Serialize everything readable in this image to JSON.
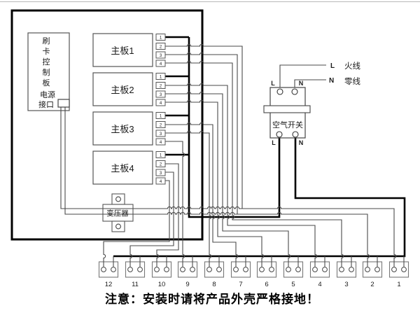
{
  "diagram": {
    "caption": "注意：安装时请将产品外壳严格接地！",
    "control_board": {
      "label": "刷卡控制板",
      "power_port_line1": "电源",
      "power_port_line2": "接口"
    },
    "boards": [
      {
        "label": "主板1",
        "terminals": [
          "1",
          "2",
          "3",
          "4"
        ]
      },
      {
        "label": "主板2",
        "terminals": [
          "1",
          "2",
          "3",
          "4"
        ]
      },
      {
        "label": "主板3",
        "terminals": [
          "1",
          "2",
          "3",
          "4"
        ]
      },
      {
        "label": "主板4",
        "terminals": [
          "1",
          "2",
          "3",
          "4"
        ]
      }
    ],
    "transformer": {
      "label": "变压器"
    },
    "breaker": {
      "label": "空气开关",
      "top_terminals": [
        "L",
        "N"
      ],
      "bottom_terminals": [
        "L",
        "N"
      ]
    },
    "mains": {
      "live": {
        "terminal": "L",
        "label": "火线"
      },
      "neutral": {
        "terminal": "N",
        "label": "零线"
      }
    },
    "terminal_blocks": [
      "12",
      "11",
      "10",
      "9",
      "8",
      "7",
      "6",
      "5",
      "4",
      "3",
      "2",
      "1"
    ],
    "colors": {
      "wire_thick": "#000000",
      "wire_thin": "#4a4a4a",
      "box_border": "#000000",
      "component_border": "#555555"
    }
  }
}
